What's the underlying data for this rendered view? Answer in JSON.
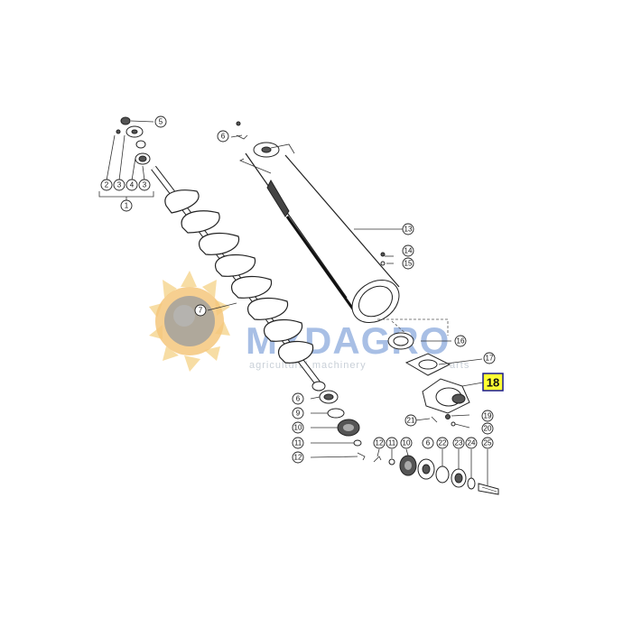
{
  "watermark": {
    "brand": "MYDAGRO",
    "tagline_start": "agricultural machinery",
    "tagline_end": "arts",
    "brand_color_blue": "#9fb9e3",
    "brand_color_grey": "#c9cdd3",
    "logo_sun_color": "#f5c86a"
  },
  "highlight": {
    "label": "18",
    "background": "#ffff33",
    "border": "#1a1a8c"
  },
  "callouts": {
    "c1": "1",
    "c2": "2",
    "c3a": "3",
    "c3b": "3",
    "c4": "4",
    "c5": "5",
    "c6a": "6",
    "c6b": "6",
    "c6c": "6",
    "c7": "7",
    "c9": "9",
    "c10a": "10",
    "c10b": "10",
    "c11a": "11",
    "c11b": "11",
    "c12a": "12",
    "c12b": "12",
    "c13": "13",
    "c14": "14",
    "c15": "15",
    "c16": "16",
    "c17": "17",
    "c19": "19",
    "c20": "20",
    "c21": "21",
    "c22": "22",
    "c23": "23",
    "c24": "24",
    "c25": "25"
  }
}
